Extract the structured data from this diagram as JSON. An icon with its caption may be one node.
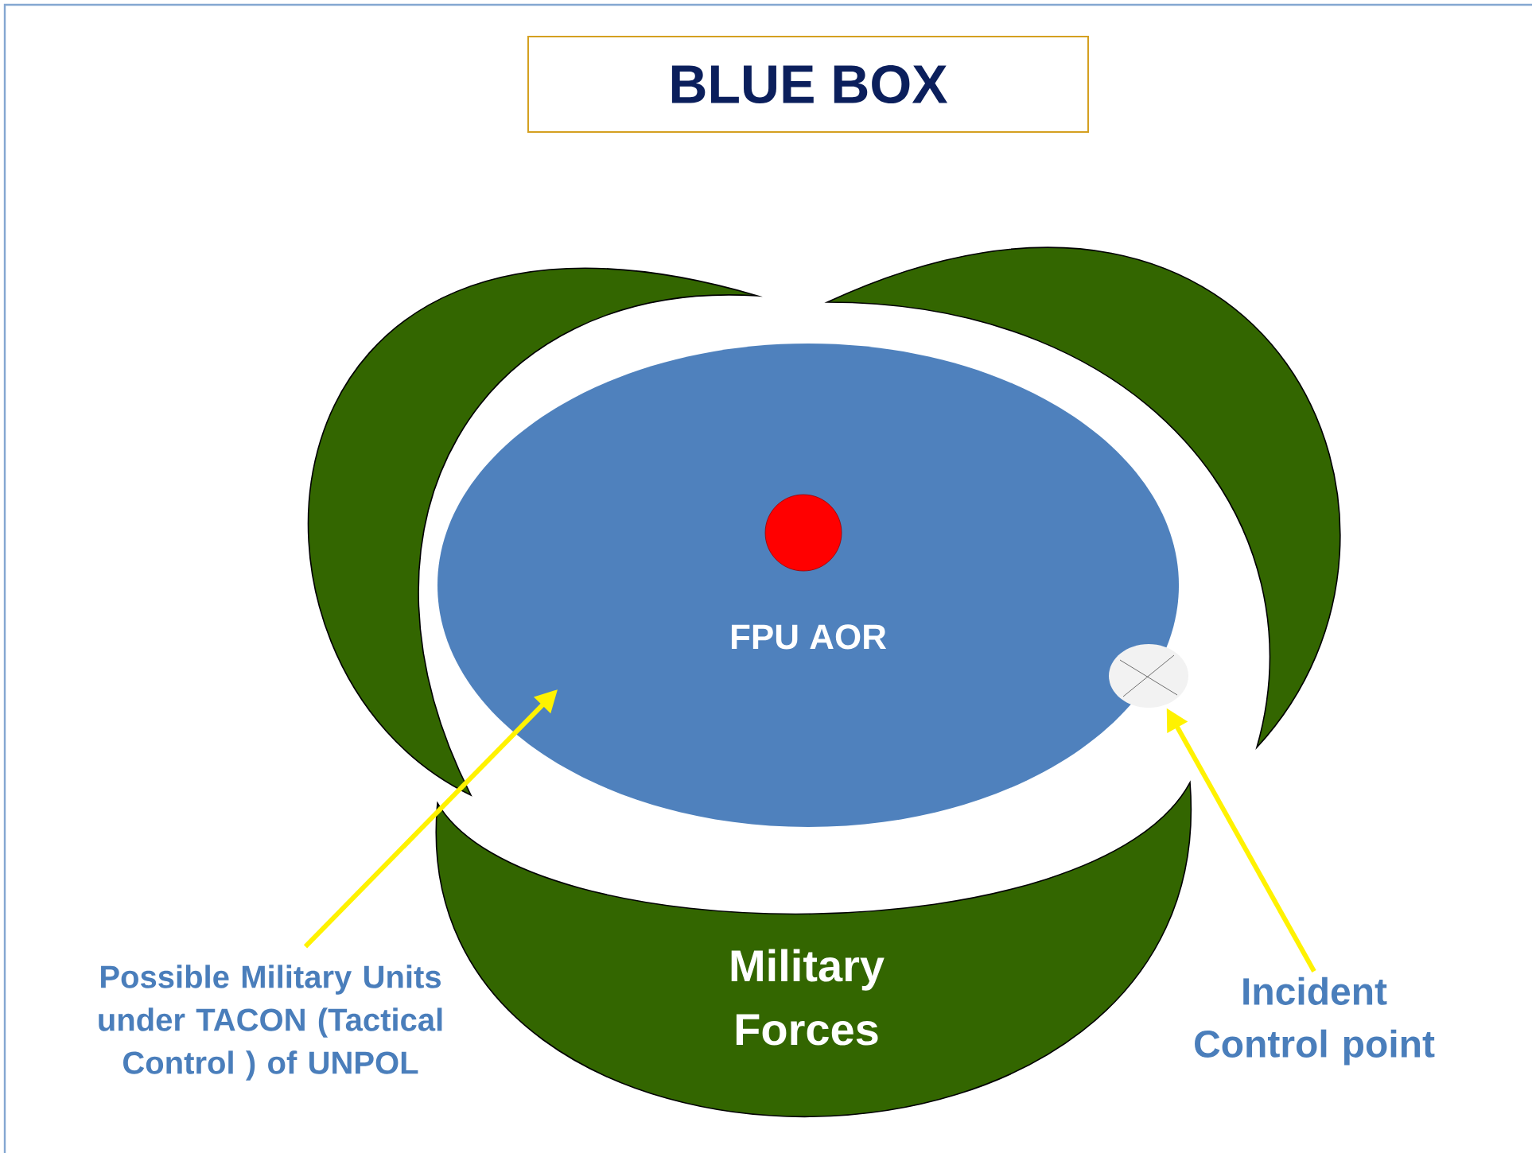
{
  "diagram": {
    "title": "BLUE BOX",
    "nodes": [
      {
        "text": [],
        "shape": "crescent"
      },
      {
        "text": [],
        "shape": "crescent"
      },
      {
        "text": [
          "FPU AOR"
        ]
      },
      {
        "text": [],
        "shape": "circle",
        "in": 2
      },
      {
        "text": [],
        "shape": "circle"
      },
      {
        "text": [
          "Military Forces"
        ]
      },
      {
        "text": [
          "Possible Military Units under TACON (Tactical Control ) of UNPOL"
        ]
      },
      {
        "text": [
          "Incident Control point"
        ]
      }
    ],
    "edges": [
      {
        "from": 6,
        "to": 2,
        "arrow": "to"
      },
      {
        "from": 7,
        "to": 4,
        "arrow": "to"
      }
    ]
  }
}
